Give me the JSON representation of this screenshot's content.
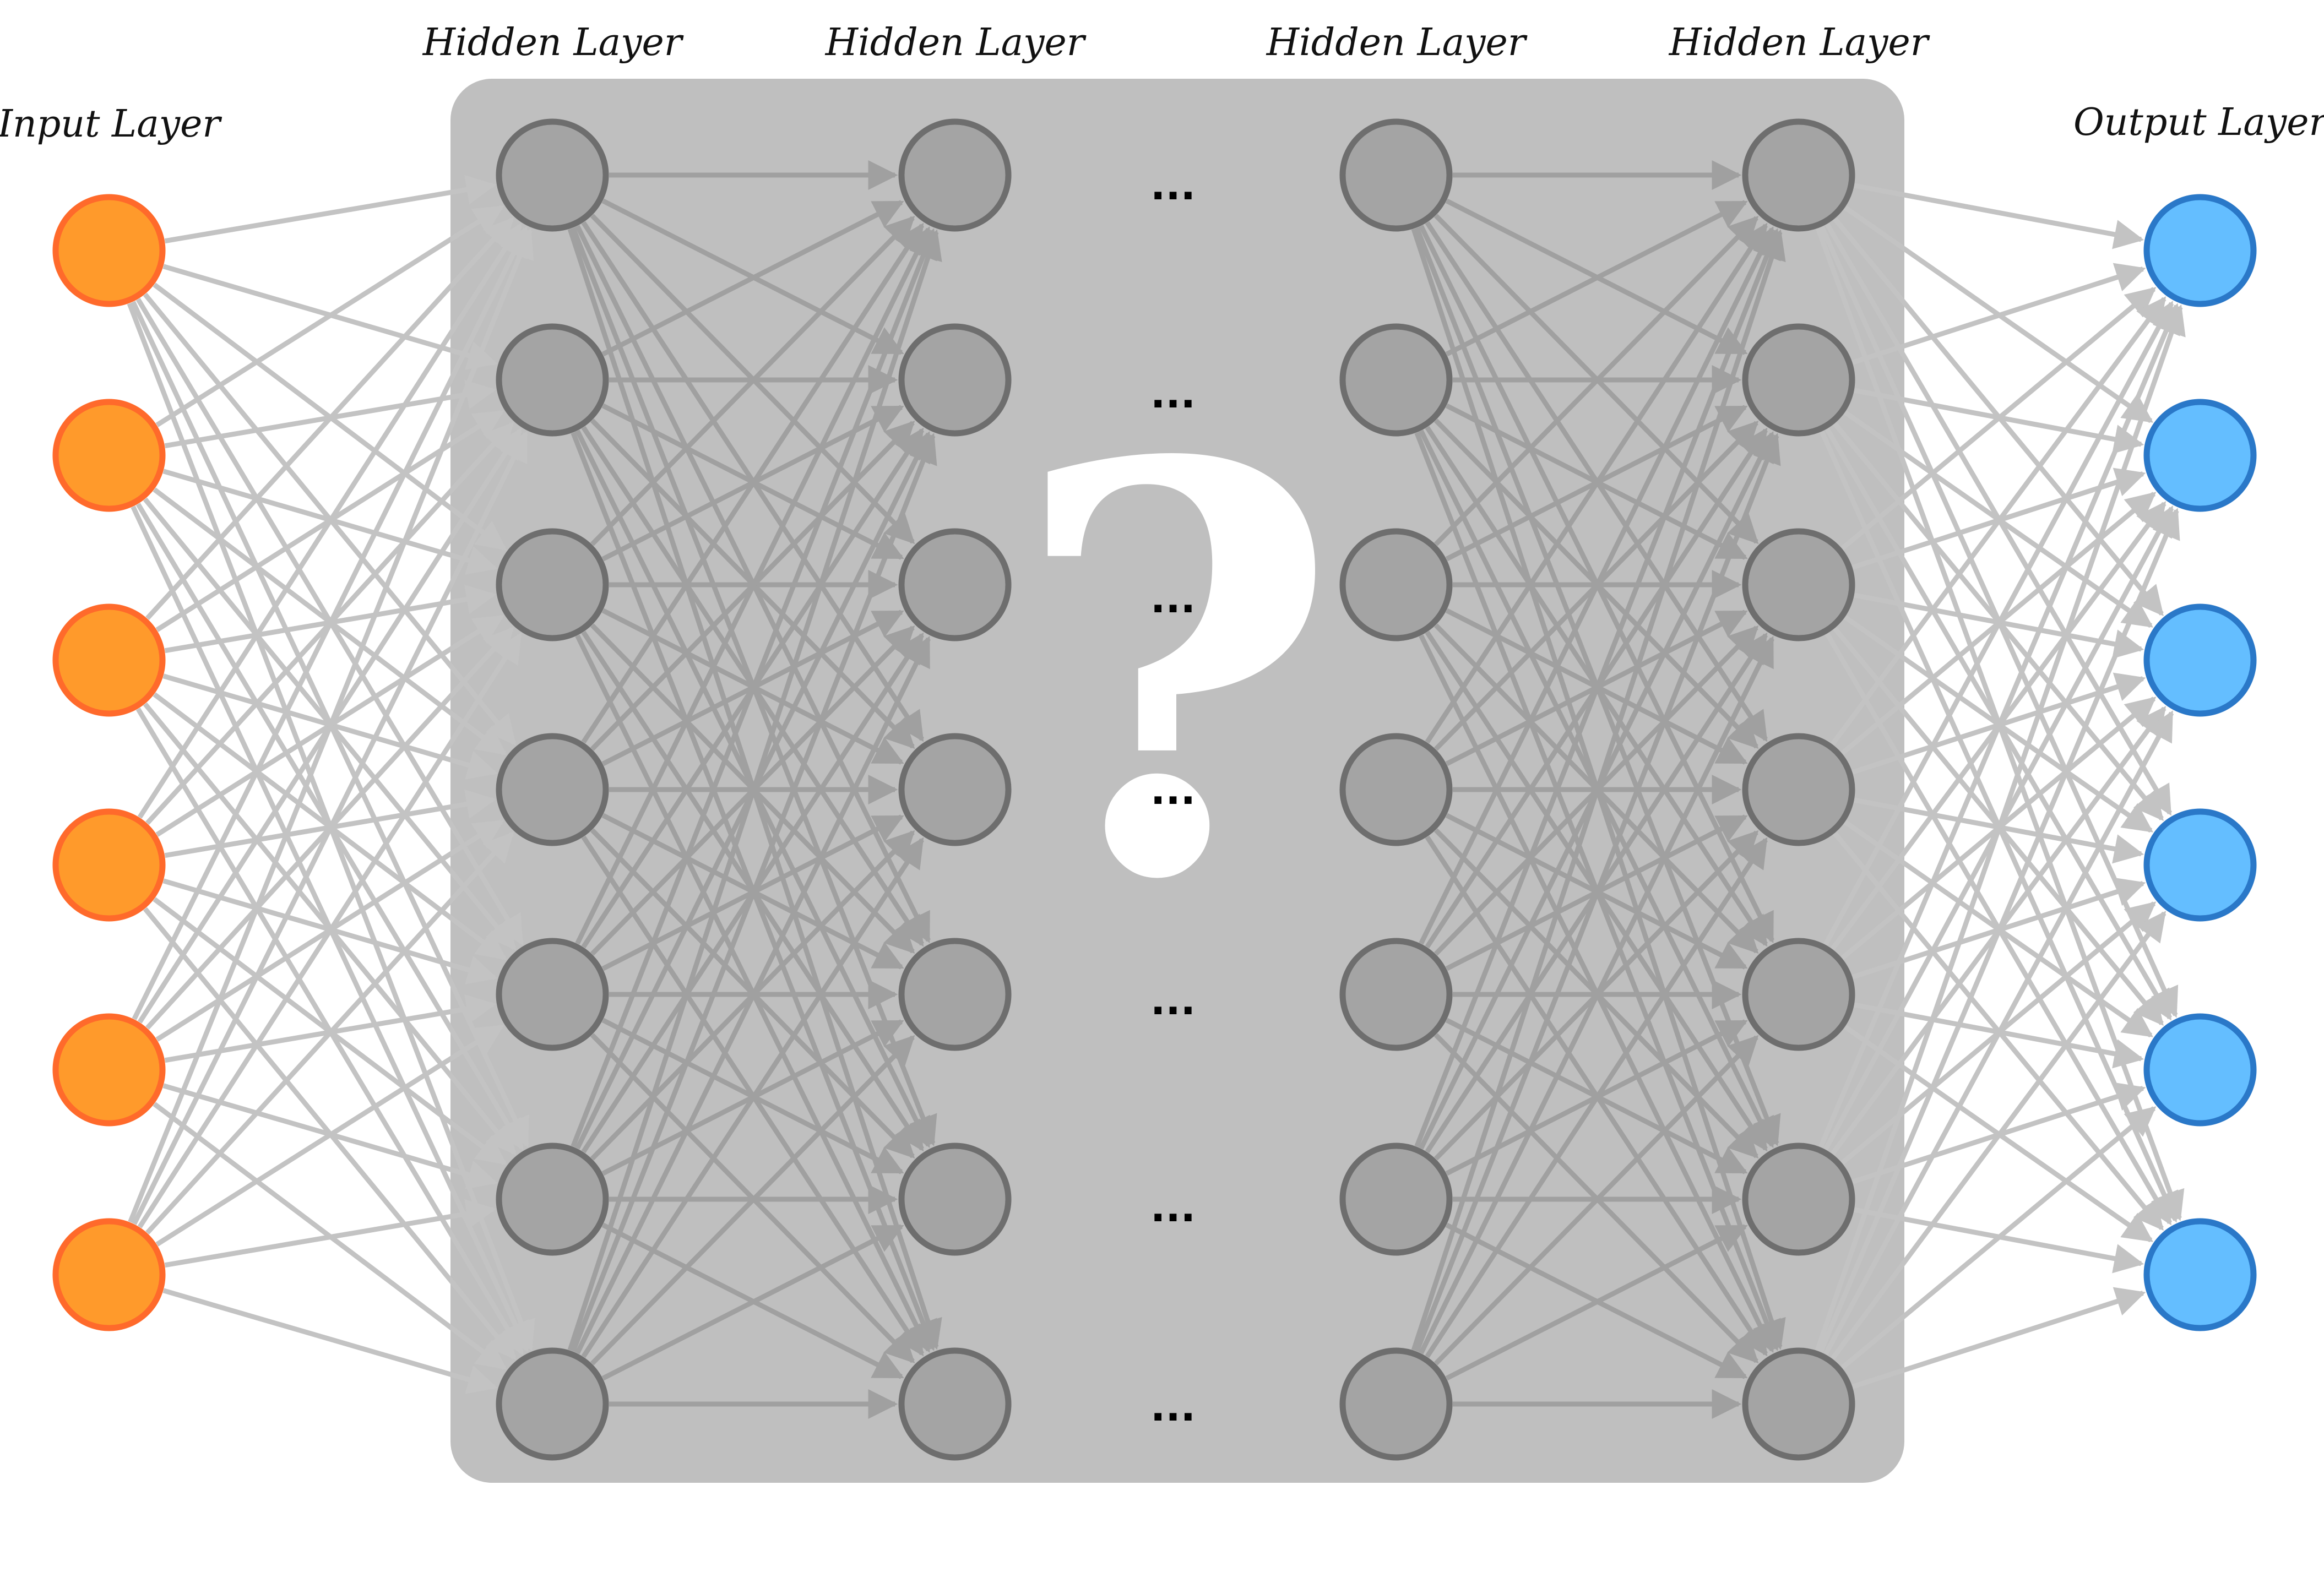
{
  "labels": {
    "input": "Input Layer",
    "hidden_1": "Hidden Layer",
    "hidden_2": "Hidden Layer",
    "hidden_3": "Hidden Layer",
    "hidden_4": "Hidden Layer",
    "output": "Output Layer"
  },
  "ellipsis": "...",
  "question_mark": "?",
  "layers": [
    {
      "role": "input",
      "nodes": 6
    },
    {
      "role": "hidden",
      "nodes": 7
    },
    {
      "role": "hidden",
      "nodes": 7
    },
    {
      "role": "hidden",
      "nodes": 7
    },
    {
      "role": "hidden",
      "nodes": 7
    },
    {
      "role": "output",
      "nodes": 6
    }
  ],
  "colors": {
    "input_fill": "#FF9A2B",
    "input_stroke": "#FF6A2B",
    "hidden_fill": "#A4A4A4",
    "hidden_stroke": "#6E6E6E",
    "output_fill": "#64BEFF",
    "output_stroke": "#2A78C8",
    "panel": "#BFBFBF",
    "edge_light": "#C3C3C3",
    "edge_dark": "#A0A0A0",
    "question_mark": "#FFFFFF"
  }
}
